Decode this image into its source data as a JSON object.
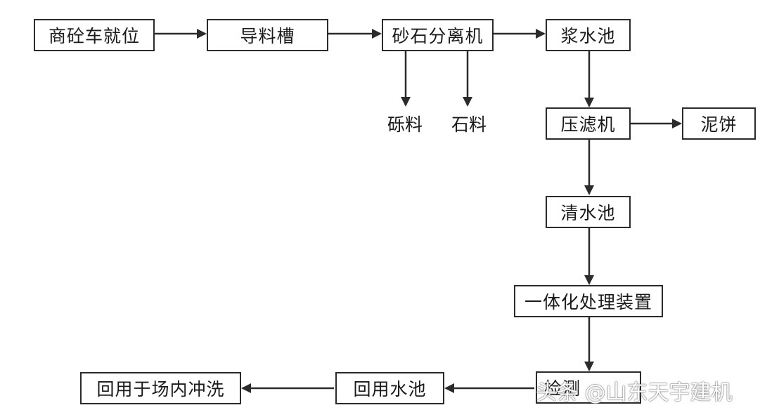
{
  "nodes": {
    "truck": "商砼车就位",
    "chute": "导料槽",
    "separator": "砂石分离机",
    "slurry_pool": "浆水池",
    "filter_press": "压滤机",
    "mud_cake": "泥饼",
    "clear_pool": "清水池",
    "integrated_device": "一体化处理装置",
    "tank": "检测",
    "reuse_pool": "回用水池",
    "reuse_wash": "回用于场内冲洗"
  },
  "outputs": {
    "gravel": "砾料",
    "stone": "石料"
  },
  "watermark": "头条 @山东天宇建机",
  "colors": {
    "line": "#2b2b2b",
    "box_border": "#2b2b2b"
  }
}
